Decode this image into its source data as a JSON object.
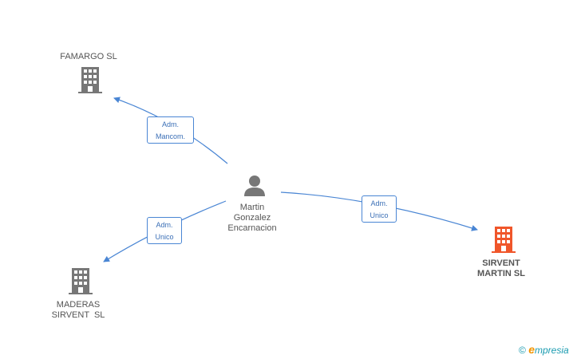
{
  "nodes": {
    "famargo": {
      "lines": [
        "FAMARGO SL"
      ]
    },
    "maderas": {
      "lines": [
        "MADERAS",
        "SIRVENT  SL"
      ]
    },
    "sirvent": {
      "lines": [
        "SIRVENT",
        "MARTIN SL"
      ],
      "highlight": true
    },
    "person": {
      "lines": [
        "Martin",
        "Gonzalez",
        "Encarnacion"
      ]
    }
  },
  "edges": {
    "to_famargo": {
      "label": [
        "Adm.",
        "Mancom."
      ]
    },
    "to_maderas": {
      "label": [
        "Adm.",
        "Unico"
      ]
    },
    "to_sirvent": {
      "label": [
        "Adm.",
        "Unico"
      ]
    }
  },
  "colors": {
    "edge": "#4a86d4",
    "company_icon": "#777777",
    "company_icon_highlight": "#f0562a",
    "person_icon": "#777777"
  },
  "watermark": {
    "copyright": "©",
    "brand_first": "e",
    "brand_rest": "mpresia"
  }
}
